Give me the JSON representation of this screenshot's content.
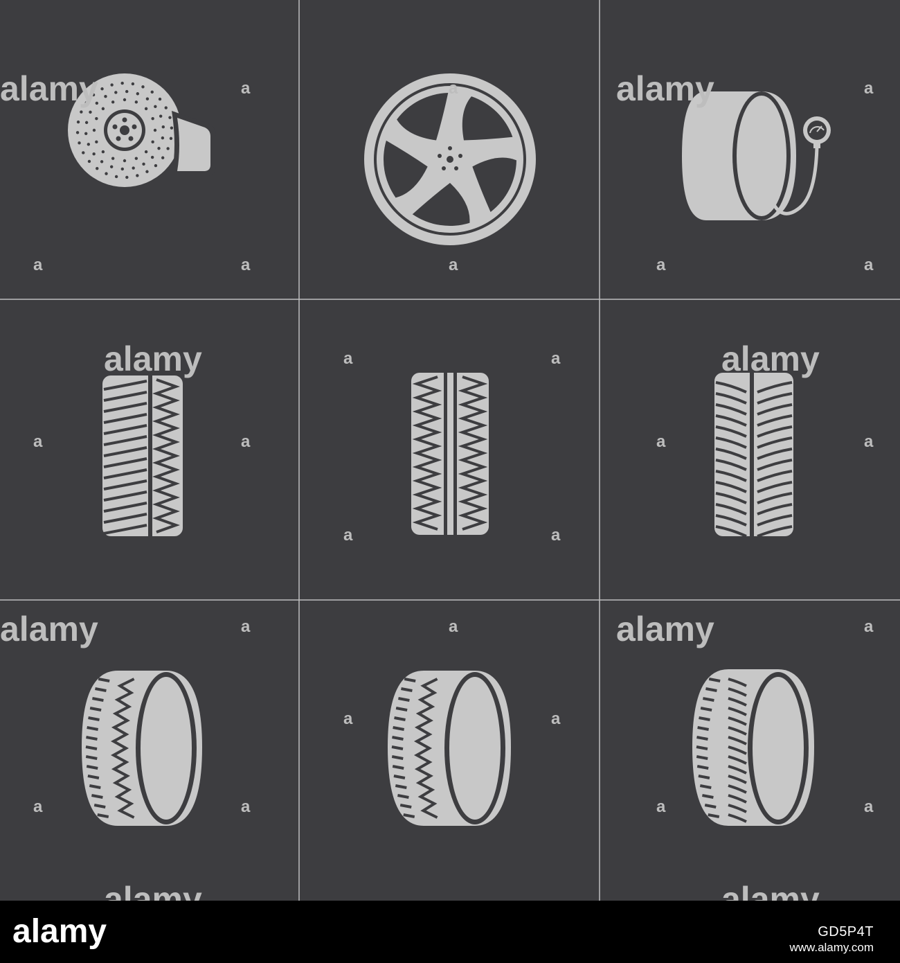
{
  "colors": {
    "background": "#3d3d40",
    "icon": "#c8c8c8",
    "divider": "#bfbfbf",
    "watermark": "#bdbdbd",
    "footer": "#000000",
    "footer_text": "#ffffff"
  },
  "watermark": {
    "word": "alamy",
    "letter": "a"
  },
  "icons": [
    {
      "name": "brake-disc-icon"
    },
    {
      "name": "alloy-rim-icon"
    },
    {
      "name": "tire-pressure-gauge-icon"
    },
    {
      "name": "tire-tread-one-icon"
    },
    {
      "name": "tire-tread-two-icon"
    },
    {
      "name": "tire-tread-three-icon"
    },
    {
      "name": "tire-perspective-one-icon"
    },
    {
      "name": "tire-perspective-two-icon"
    },
    {
      "name": "tire-perspective-three-icon"
    }
  ],
  "footer": {
    "logo": "alamy",
    "image_id": "GD5P4T",
    "url": "www.alamy.com"
  }
}
